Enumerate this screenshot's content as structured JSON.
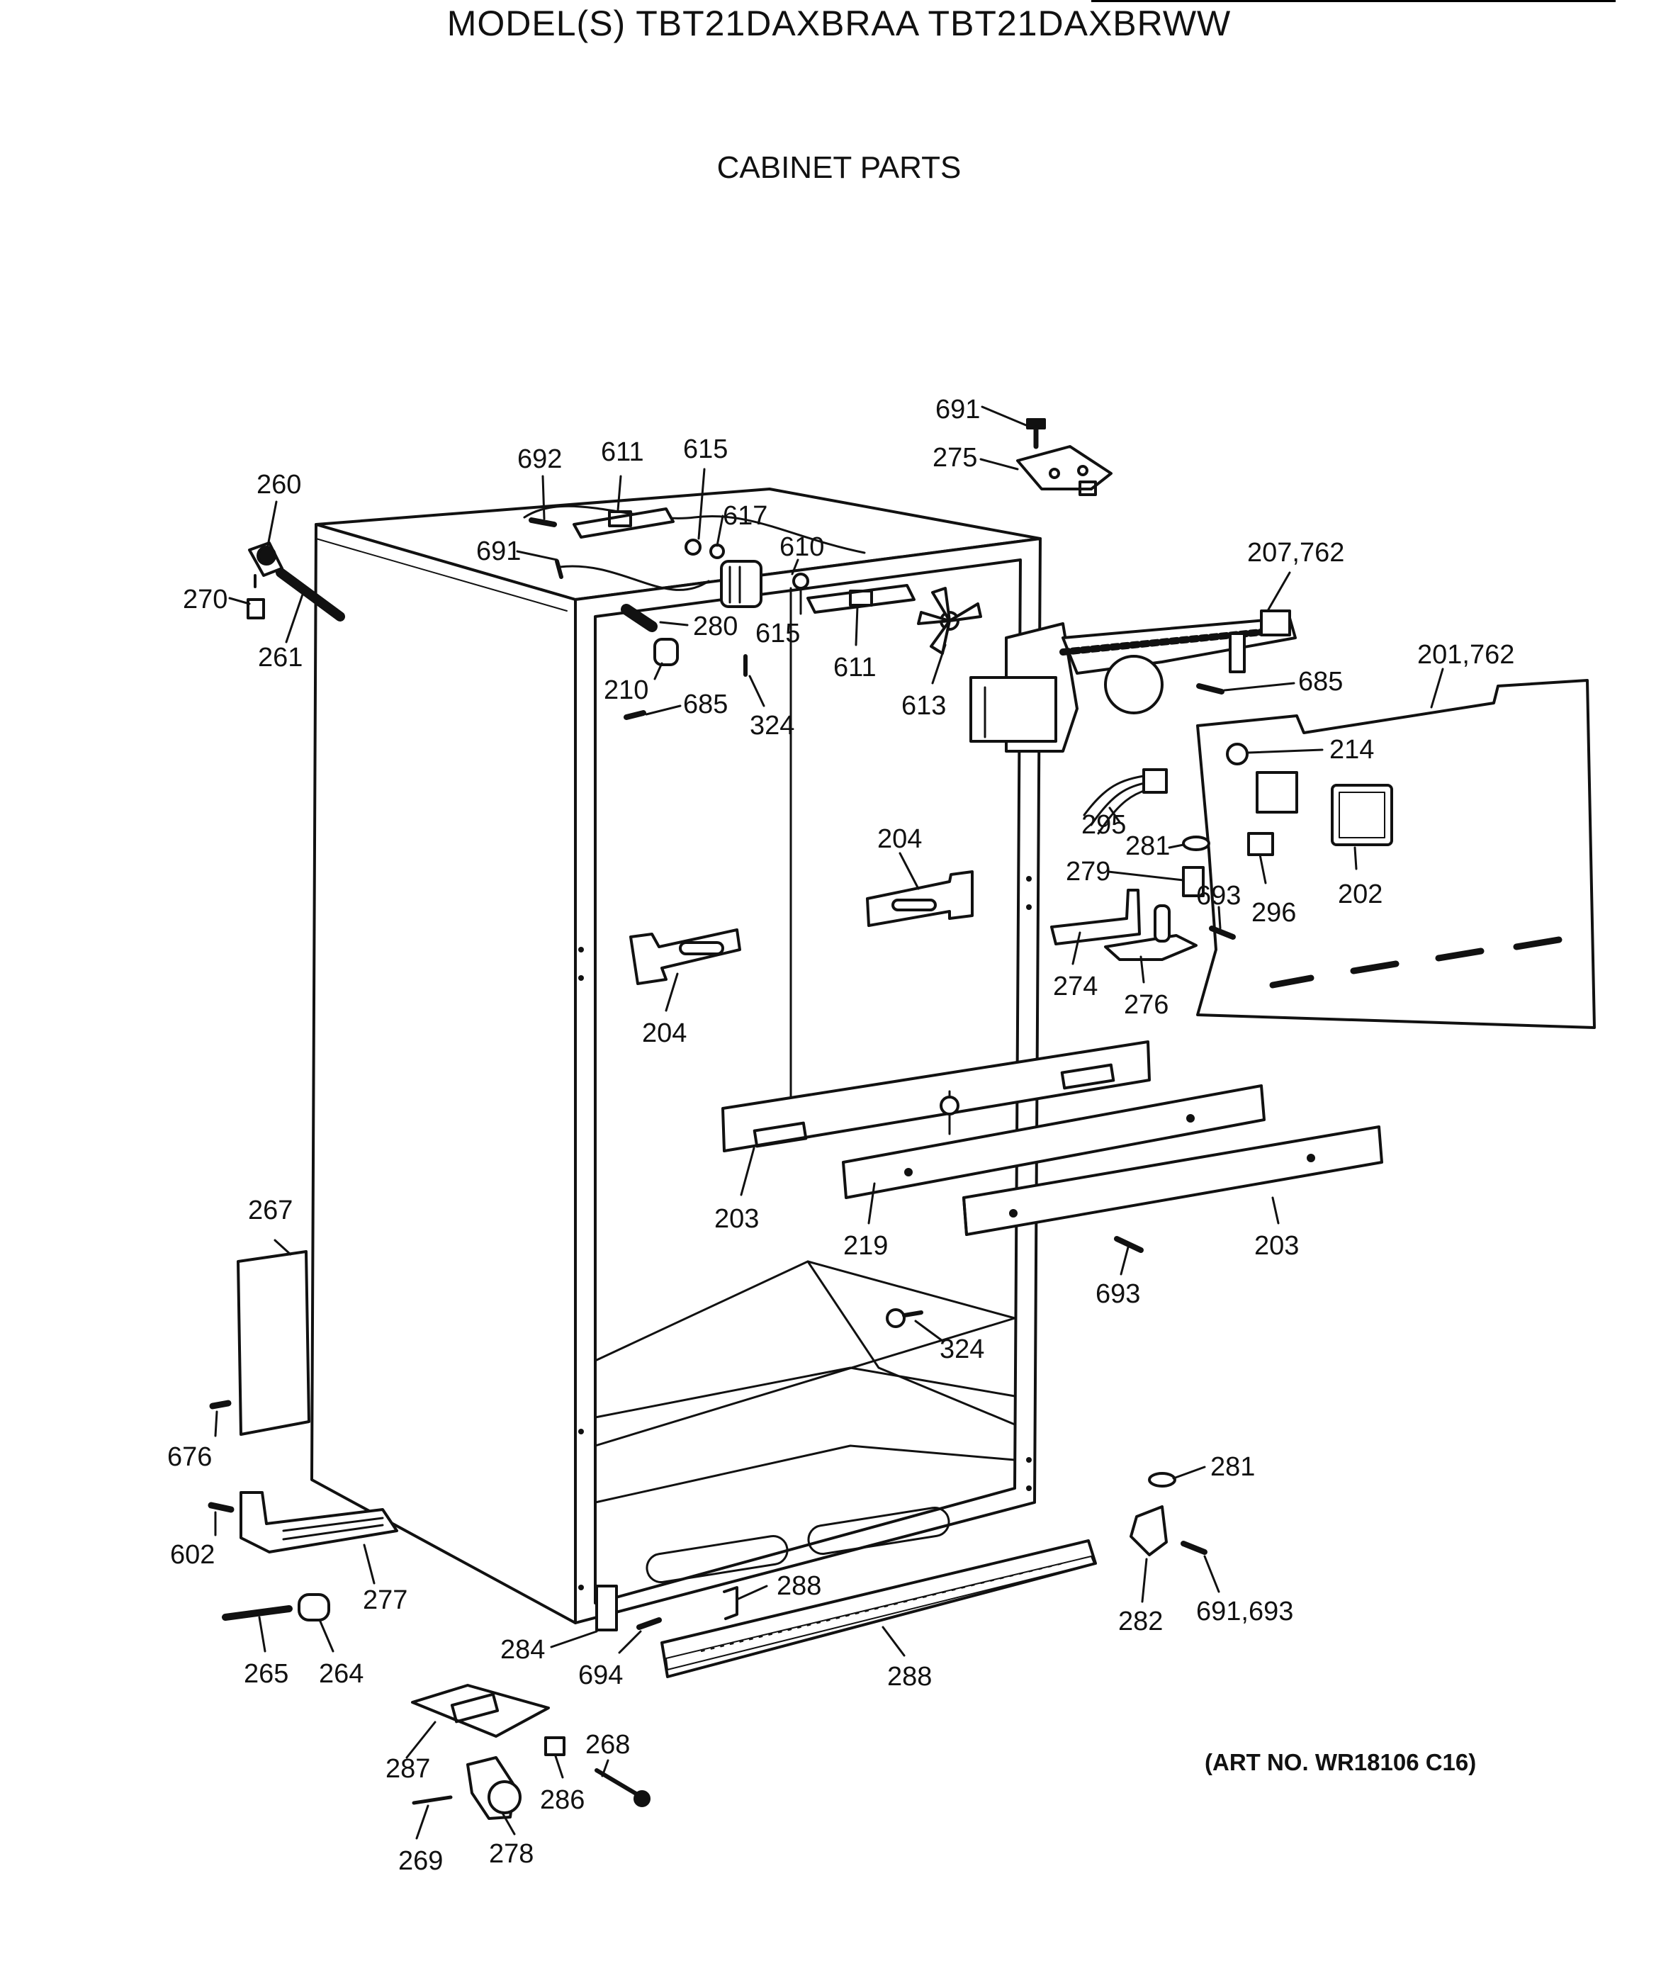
{
  "header": {
    "model_title": "MODEL(S) TBT21DAXBRAA  TBT21DAXBRWW",
    "section_title": "CABINET PARTS"
  },
  "footer": {
    "art_number": "(ART NO. WR18106 C16)"
  },
  "parts": [
    {
      "id": "p691a",
      "label": "691"
    },
    {
      "id": "p275",
      "label": "275"
    },
    {
      "id": "p692",
      "label": "692"
    },
    {
      "id": "p611a",
      "label": "611"
    },
    {
      "id": "p615a",
      "label": "615"
    },
    {
      "id": "p260",
      "label": "260"
    },
    {
      "id": "p617",
      "label": "617"
    },
    {
      "id": "p691b",
      "label": "691"
    },
    {
      "id": "p610",
      "label": "610"
    },
    {
      "id": "p207",
      "label": "207,762"
    },
    {
      "id": "p270",
      "label": "270"
    },
    {
      "id": "p280",
      "label": "280"
    },
    {
      "id": "p615b",
      "label": "615"
    },
    {
      "id": "p261",
      "label": "261"
    },
    {
      "id": "p611b",
      "label": "611"
    },
    {
      "id": "p201",
      "label": "201,762"
    },
    {
      "id": "p210",
      "label": "210"
    },
    {
      "id": "p685a",
      "label": "685"
    },
    {
      "id": "p685b",
      "label": "685"
    },
    {
      "id": "p613",
      "label": "613"
    },
    {
      "id": "p324a",
      "label": "324"
    },
    {
      "id": "p214",
      "label": "214"
    },
    {
      "id": "p295",
      "label": "295"
    },
    {
      "id": "p204a",
      "label": "204"
    },
    {
      "id": "p281a",
      "label": "281"
    },
    {
      "id": "p279",
      "label": "279"
    },
    {
      "id": "p693a",
      "label": "693"
    },
    {
      "id": "p202",
      "label": "202"
    },
    {
      "id": "p296",
      "label": "296"
    },
    {
      "id": "p274",
      "label": "274"
    },
    {
      "id": "p276",
      "label": "276"
    },
    {
      "id": "p204b",
      "label": "204"
    },
    {
      "id": "p267",
      "label": "267"
    },
    {
      "id": "p203a",
      "label": "203"
    },
    {
      "id": "p219",
      "label": "219"
    },
    {
      "id": "p203b",
      "label": "203"
    },
    {
      "id": "p693b",
      "label": "693"
    },
    {
      "id": "p324b",
      "label": "324"
    },
    {
      "id": "p676",
      "label": "676"
    },
    {
      "id": "p281b",
      "label": "281"
    },
    {
      "id": "p602",
      "label": "602"
    },
    {
      "id": "p277",
      "label": "277"
    },
    {
      "id": "p288a",
      "label": "288"
    },
    {
      "id": "p282",
      "label": "282"
    },
    {
      "id": "p691c",
      "label": "691,693"
    },
    {
      "id": "p284",
      "label": "284"
    },
    {
      "id": "p265",
      "label": "265"
    },
    {
      "id": "p264",
      "label": "264"
    },
    {
      "id": "p694",
      "label": "694"
    },
    {
      "id": "p288b",
      "label": "288"
    },
    {
      "id": "p268",
      "label": "268"
    },
    {
      "id": "p287",
      "label": "287"
    },
    {
      "id": "p286",
      "label": "286"
    },
    {
      "id": "p269",
      "label": "269"
    },
    {
      "id": "p278",
      "label": "278"
    }
  ]
}
